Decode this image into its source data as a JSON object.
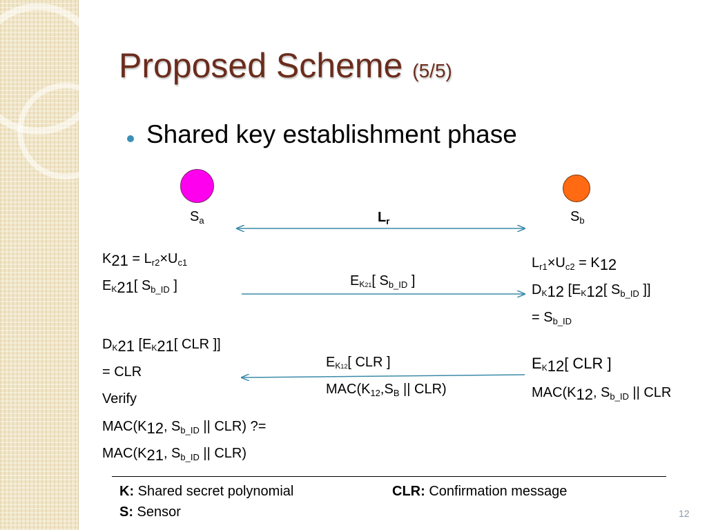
{
  "title": {
    "main": "Proposed Scheme",
    "sub": "(5/5)"
  },
  "bullet": "Shared key establishment phase",
  "nodes": {
    "a_label": "S",
    "a_sub": "a",
    "b_label": "S",
    "b_sub": "b"
  },
  "link": {
    "label": "L",
    "sub": "r"
  },
  "left": {
    "k21_a": "K",
    "k21_b": "21",
    "k21_c": " = L",
    "k21_d": "r2",
    "k21_e": "×U",
    "k21_f": "c1",
    "enc_a": "E",
    "enc_b": "K",
    "enc_c": "21",
    "enc_d": "[ S",
    "enc_e": "b_ID",
    "enc_f": " ]",
    "dec_a": "D",
    "dec_b": "K",
    "dec_c": "21",
    "dec_d": " [E",
    "dec_e": "K",
    "dec_f": "21",
    "dec_g": "[ CLR ]]",
    "eq_clr": "= CLR",
    "verify": "Verify",
    "mac1_a": "MAC(K",
    "mac1_b": "12",
    "mac1_c": ", S",
    "mac1_d": "b_ID",
    "mac1_e": " || CLR) ?=",
    "mac2_a": "MAC(K",
    "mac2_b": "21",
    "mac2_c": ", S",
    "mac2_d": "b_ID",
    "mac2_e": " || CLR)"
  },
  "middle": {
    "msg1_a": "E",
    "msg1_b": "K",
    "msg1_c": "21",
    "msg1_d": "[ S",
    "msg1_e": "b_ID",
    "msg1_f": " ]",
    "msg2_a": "E",
    "msg2_b": "K",
    "msg2_c": "12",
    "msg2_d": "[ CLR ]",
    "msg3_a": "MAC(K",
    "msg3_b": "12",
    "msg3_c": ",S",
    "msg3_d": "B",
    "msg3_e": " || CLR)"
  },
  "right": {
    "k12_a": "L",
    "k12_b": "r1",
    "k12_c": "×U",
    "k12_d": "c2",
    "k12_e": " = K",
    "k12_f": "12",
    "dec_a": "D",
    "dec_b": "K",
    "dec_c": "12",
    "dec_d": " [E",
    "dec_e": "K",
    "dec_f": "12",
    "dec_g": "[ S",
    "dec_h": "b_ID",
    "dec_i": " ]]",
    "eq_a": "= S",
    "eq_b": "b_ID",
    "enc_a": "E",
    "enc_b": "K",
    "enc_c": "12",
    "enc_d": "[ CLR ]",
    "mac_a": "MAC(K",
    "mac_b": "12",
    "mac_c": ", S",
    "mac_d": "b_ID",
    "mac_e": " || CLR"
  },
  "legend": {
    "k_key": "K:",
    "k_val": " Shared secret polynomial",
    "clr_key": "CLR:",
    "clr_val": " Confirmation message",
    "s_key": "S:",
    "s_val": " Sensor"
  },
  "page_number": "12",
  "colors": {
    "title": "#6b2c1c",
    "node_a": "#ff00ee",
    "node_b": "#ff6a12",
    "arrow": "#3a8aa8",
    "bullet": "#3b8fb5"
  }
}
